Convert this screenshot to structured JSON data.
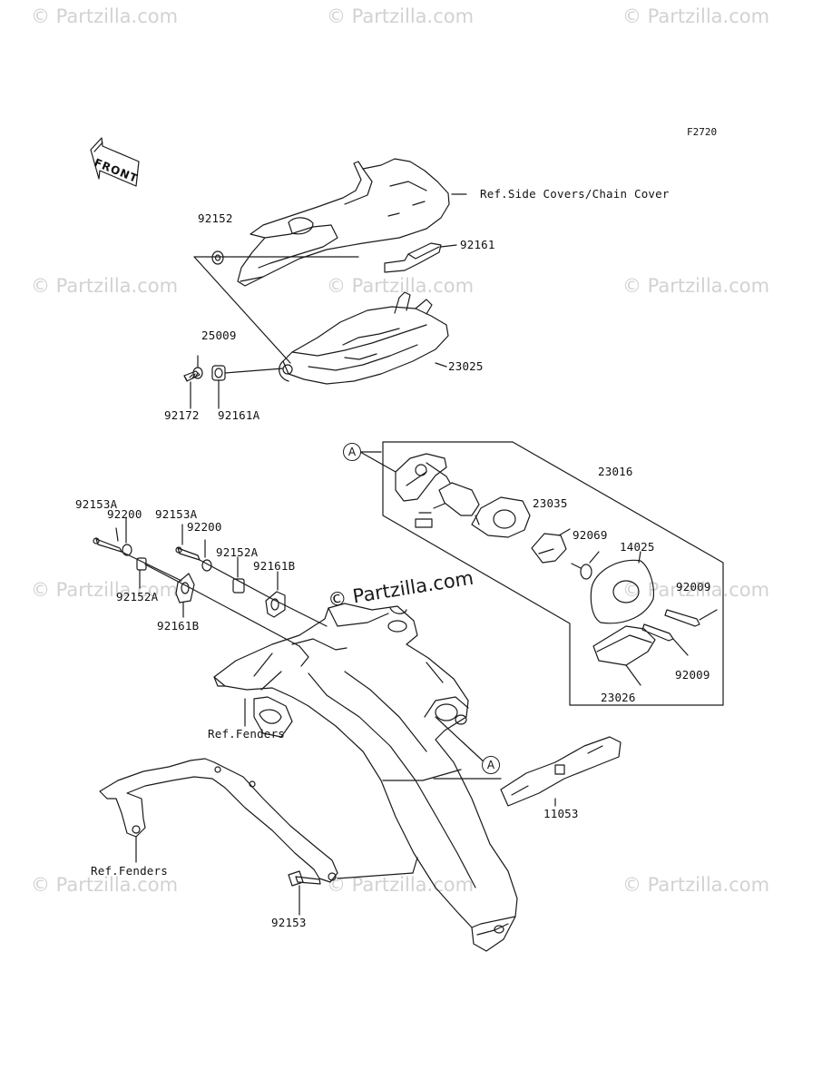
{
  "diagram": {
    "code": "F2720",
    "front_label": "FRONT",
    "watermark": "© Partzilla.com",
    "center_watermark": "© Partzilla.com",
    "callout_letter": "A",
    "labels": {
      "ref_side_covers": "Ref.Side Covers/Chain Cover",
      "p92152": "92152",
      "p92161": "92161",
      "p25009": "25009",
      "p23025": "23025",
      "p92172": "92172",
      "p92161A": "92161A",
      "p23016": "23016",
      "p92153A_1": "92153A",
      "p92200_1": "92200",
      "p92153A_2": "92153A",
      "p92200_2": "92200",
      "p92152A_1": "92152A",
      "p92161B_1": "92161B",
      "p92152A_2": "92152A",
      "p92161B_2": "92161B",
      "p23035": "23035",
      "p92069": "92069",
      "p14025": "14025",
      "p92009_1": "92009",
      "p92009_2": "92009",
      "p23026": "23026",
      "ref_fenders_1": "Ref.Fenders",
      "ref_fenders_2": "Ref.Fenders",
      "p11053": "11053",
      "p92153": "92153"
    }
  }
}
